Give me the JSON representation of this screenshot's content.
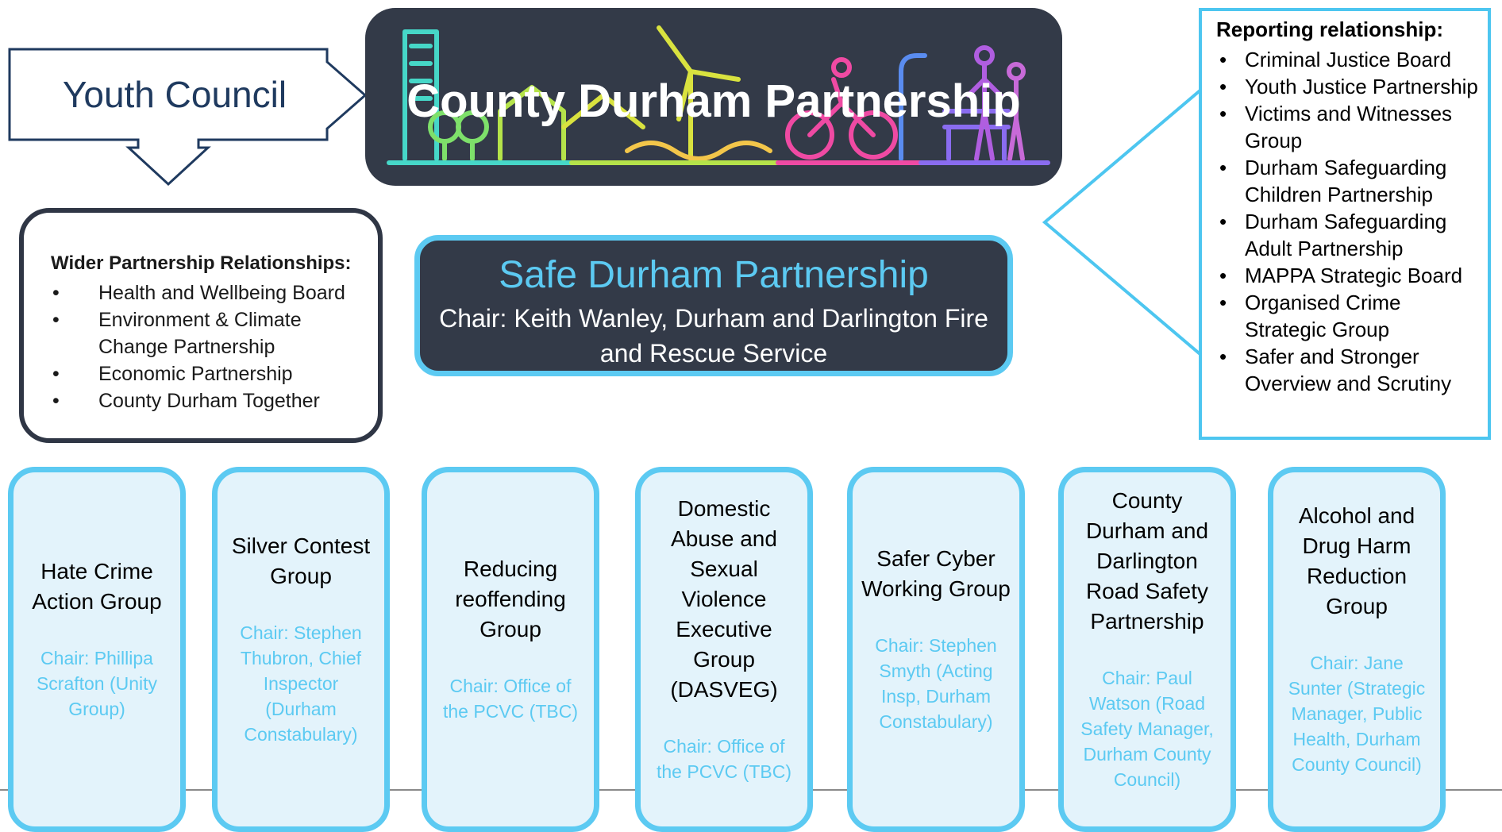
{
  "youth_council": {
    "label": "Youth Council"
  },
  "county_durham": {
    "title": "County Durham Partnership"
  },
  "reporting": {
    "heading": "Reporting relationship:",
    "items": [
      "Criminal Justice Board",
      "Youth Justice Partnership",
      "Victims and Witnesses Group",
      "Durham Safeguarding Children Partnership",
      "Durham Safeguarding Adult Partnership",
      "MAPPA Strategic Board",
      "Organised Crime Strategic Group",
      "Safer and Stronger Overview and Scrutiny"
    ]
  },
  "wider": {
    "heading": "Wider Partnership Relationships:",
    "items": [
      "Health and Wellbeing Board",
      "Environment & Climate Change Partnership",
      "Economic Partnership",
      "County Durham Together"
    ]
  },
  "safe_durham": {
    "title": "Safe Durham Partnership",
    "chair": "Chair: Keith Wanley, Durham and Darlington Fire and Rescue Service"
  },
  "groups": [
    {
      "name": "Hate Crime Action Group",
      "chair": "Chair: Phillipa Scrafton (Unity Group)"
    },
    {
      "name": "Silver Contest Group",
      "chair": "Chair: Stephen Thubron, Chief Inspector (Durham Constabulary)"
    },
    {
      "name": "Reducing reoffending Group",
      "chair": "Chair: Office of the PCVC (TBC)"
    },
    {
      "name": "Domestic Abuse and Sexual Violence Executive Group (DASVEG)",
      "chair": "Chair: Office of the PCVC (TBC)"
    },
    {
      "name": "Safer Cyber Working Group",
      "chair": "Chair: Stephen Smyth (Acting Insp, Durham Constabulary)"
    },
    {
      "name": "County Durham and Darlington Road Safety Partnership",
      "chair": "Chair: Paul Watson (Road Safety Manager, Durham County Council)"
    },
    {
      "name": "Alcohol and Drug Harm Reduction Group",
      "chair": "Chair: Jane Sunter (Strategic Manager, Public Health, Durham County Council)"
    }
  ],
  "colors": {
    "accent": "#5ccaf2",
    "dark": "#333a48",
    "navy": "#1f3a5f",
    "box_fill": "#e3f3fb"
  }
}
